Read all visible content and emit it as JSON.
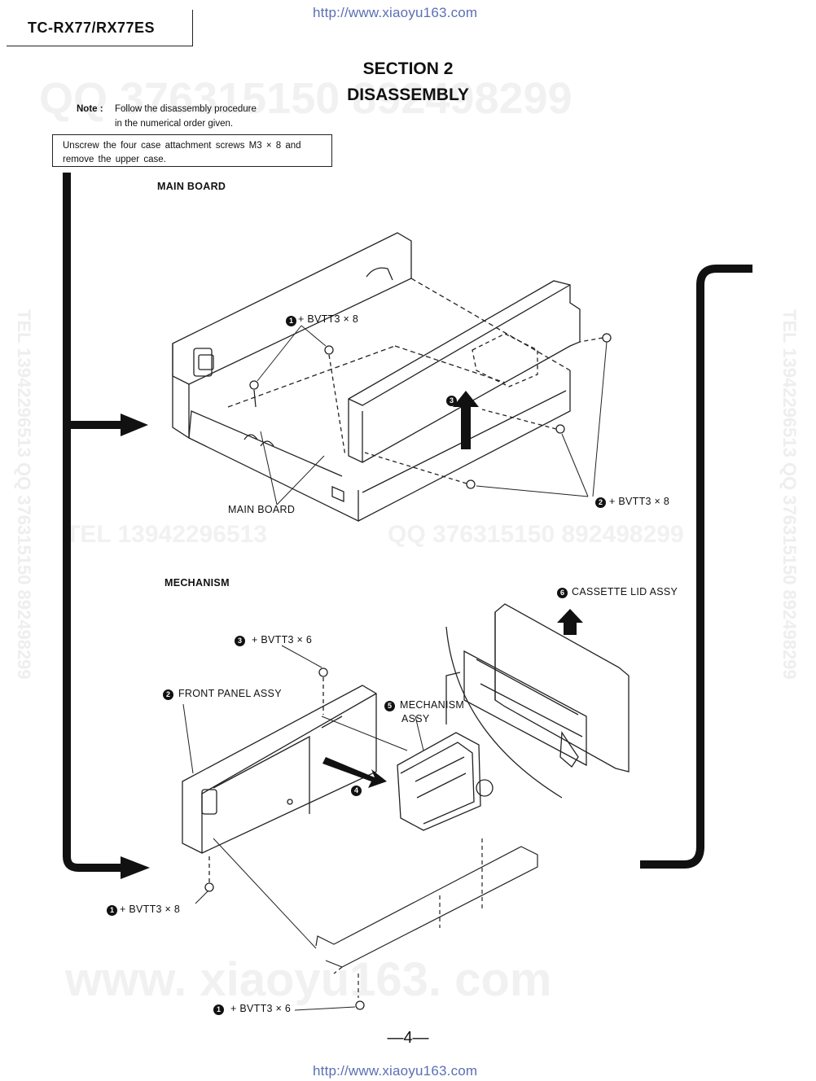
{
  "header": {
    "url_top": "http://www.xiaoyu163.com",
    "model": "TC-RX77/RX77ES",
    "section_line1": "SECTION 2",
    "section_line2": "DISASSEMBLY"
  },
  "note": {
    "label": "Note :",
    "line1": "Follow the disassembly procedure",
    "line2": "in the numerical order given."
  },
  "step_box": {
    "line1": "Unscrew the four case attachment screws M3 × 8 and",
    "line2": "remove the upper case."
  },
  "watermarks": {
    "qq_top": "QQ 376315150  892498299",
    "tel_mid": "TEL 13942296513",
    "qq_mid": "QQ 376315150 892498299",
    "vertical_left": "TEL 13942296513 QQ 376315150 892498299",
    "vertical_right": "TEL 13942296513 QQ 376315150 892498299",
    "www_bottom": "www. xiaoyu163. com"
  },
  "main_board": {
    "title": "MAIN BOARD",
    "screw1": "+ BVTT3 × 8",
    "screw2": "+ BVTT3 × 8",
    "board_label": "MAIN BOARD"
  },
  "mechanism": {
    "title": "MECHANISM",
    "cassette_lid": "CASSETTE LID ASSY",
    "screw3": "+ BVTT3 × 6",
    "front_panel": "FRONT PANEL ASSY",
    "mechanism_assy_1": "MECHANISM",
    "mechanism_assy_2": "ASSY",
    "screw1a": "+ BVTT3 × 8",
    "screw1b": "+ BVTT3 × 6"
  },
  "numbers": {
    "n1": "1",
    "n2": "2",
    "n3": "3",
    "n4": "4",
    "n5": "5",
    "n6": "6"
  },
  "footer": {
    "page": "—4—",
    "url_bottom": "http://www.xiaoyu163.com"
  }
}
